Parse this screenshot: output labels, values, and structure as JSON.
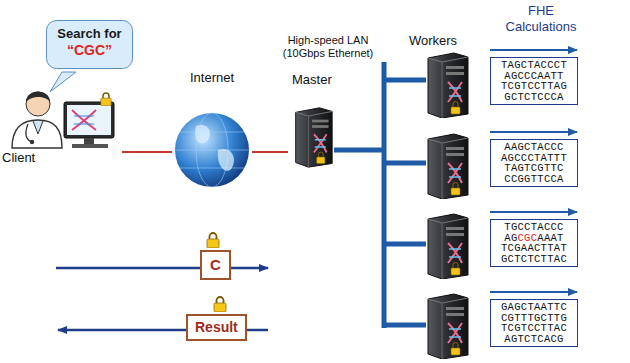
{
  "diagram": {
    "nodes": [
      {
        "text": [
          "Client"
        ]
      },
      {
        "text": [
          "Search for",
          "“CGC”"
        ]
      },
      {
        "text": [
          "Internet"
        ]
      },
      {
        "text": [
          "Master"
        ]
      },
      {
        "text": [
          "C"
        ]
      },
      {
        "text": [
          "Result"
        ]
      },
      {
        "text": [
          "TAGCTACCCT",
          "AGCCCAATT",
          "TCGTCCTTAG",
          "GCTCTCCCA"
        ]
      },
      {
        "text": [
          "AAGCTACCC",
          "AGCCCTATTT",
          "TAGTCGTTC",
          "CCGGTTCCA"
        ]
      },
      {
        "text": [
          "TGCCTACCC",
          "AGCGCAAAT",
          "TCGAACTTAT",
          "GCTCTCTTAC"
        ]
      },
      {
        "text": [
          "GAGCTAATTC",
          "CGTTTGCTTG",
          "TCGTCCTTAC",
          "AGTCTCACG"
        ]
      }
    ],
    "edges": [
      {
        "from": 0,
        "to": 2,
        "arrow": "none"
      },
      {
        "from": 2,
        "to": 3,
        "arrow": "none"
      }
    ],
    "labels": [
      "High-speed LAN (10Gbps Ethernet)",
      "Workers",
      "FHE Calculations"
    ]
  }
}
